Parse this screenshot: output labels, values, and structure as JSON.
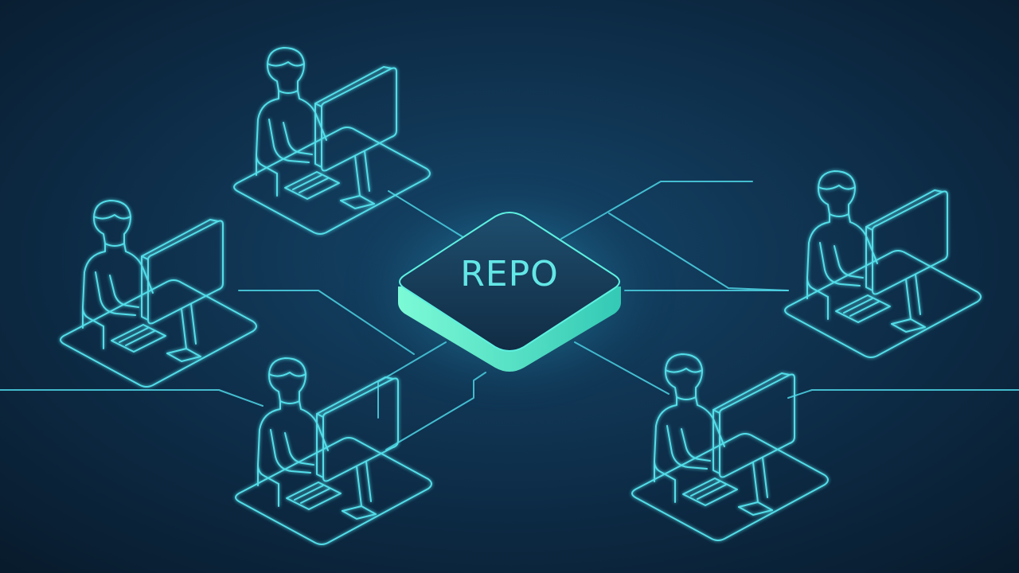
{
  "hub": {
    "label": "REPO"
  },
  "colors": {
    "background_center": "#15466a",
    "background_edge": "#081a2b",
    "accent": "#4fe3e6",
    "hub_glow": "#3ff0d0",
    "hub_top": "#173a55",
    "hub_side": "#46e8c0"
  },
  "icons": {
    "developer": "developer-at-workstation-icon"
  },
  "developers": [
    {
      "id": "top-left"
    },
    {
      "id": "mid-left"
    },
    {
      "id": "bottom-left"
    },
    {
      "id": "mid-right"
    },
    {
      "id": "bottom-right"
    }
  ]
}
